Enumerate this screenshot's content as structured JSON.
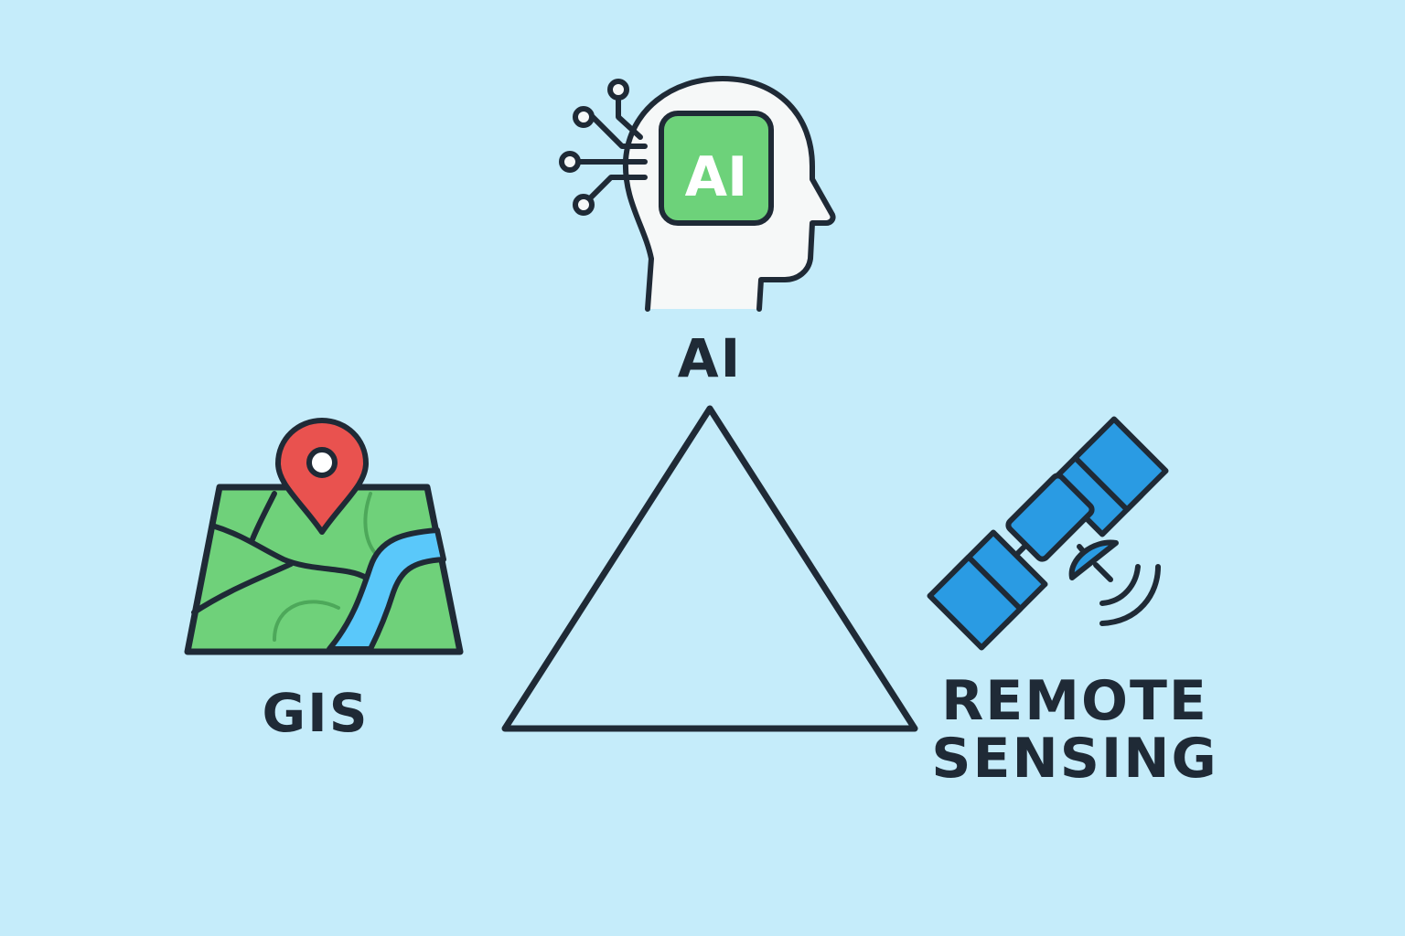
{
  "nodes": {
    "ai": {
      "label": "AI",
      "badge_text": "AI"
    },
    "gis": {
      "label": "GIS"
    },
    "remote_sensing": {
      "label_line1": "REMOTE",
      "label_line2": "SENSING"
    }
  },
  "colors": {
    "background": "#c5ecfa",
    "outline": "#1f2a36",
    "ai_chip": "#6dd27a",
    "map_land": "#6fd17a",
    "map_river": "#5ac8fa",
    "map_pin": "#e9524f",
    "satellite_blue": "#2a9be3"
  },
  "icons": [
    "ai-head-icon",
    "map-icon",
    "location-pin-icon",
    "satellite-icon"
  ]
}
